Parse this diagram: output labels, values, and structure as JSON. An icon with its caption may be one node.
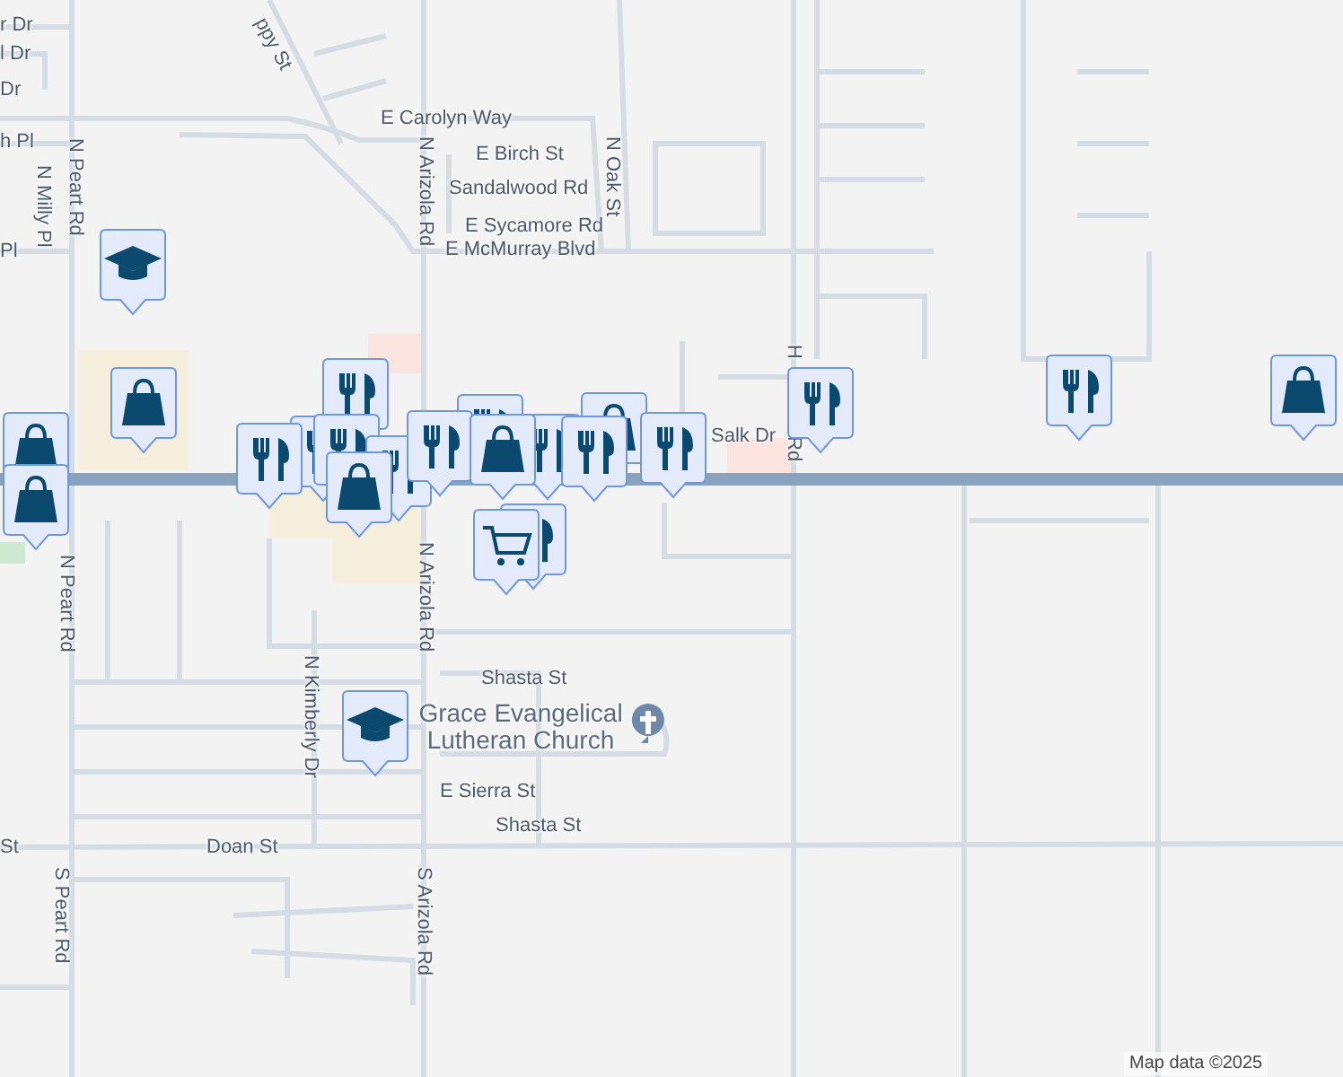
{
  "diagram": {
    "labels": [
      "r Dr",
      "l Dr",
      "Dr",
      "h Pl",
      "Pl",
      "N Milly Pl",
      "N Peart Rd",
      "ppy St",
      "E Carolyn Way",
      "N Arizola Rd",
      "E Birch St",
      "N Oak St",
      "Sandalwood Rd",
      "E Sycamore Rd",
      "E McMurray Blvd",
      "Salk Dr",
      "H",
      "Rd",
      "N Peart Rd",
      "N Arizola Rd",
      "N Kimberly Dr",
      "Shasta St",
      "Grace Evangelical Lutheran Church",
      "E Sierra St",
      "Shasta St",
      "St",
      "Doan St",
      "S Peart Rd",
      "S Arizola Rd",
      "Map data ©2025"
    ]
  }
}
